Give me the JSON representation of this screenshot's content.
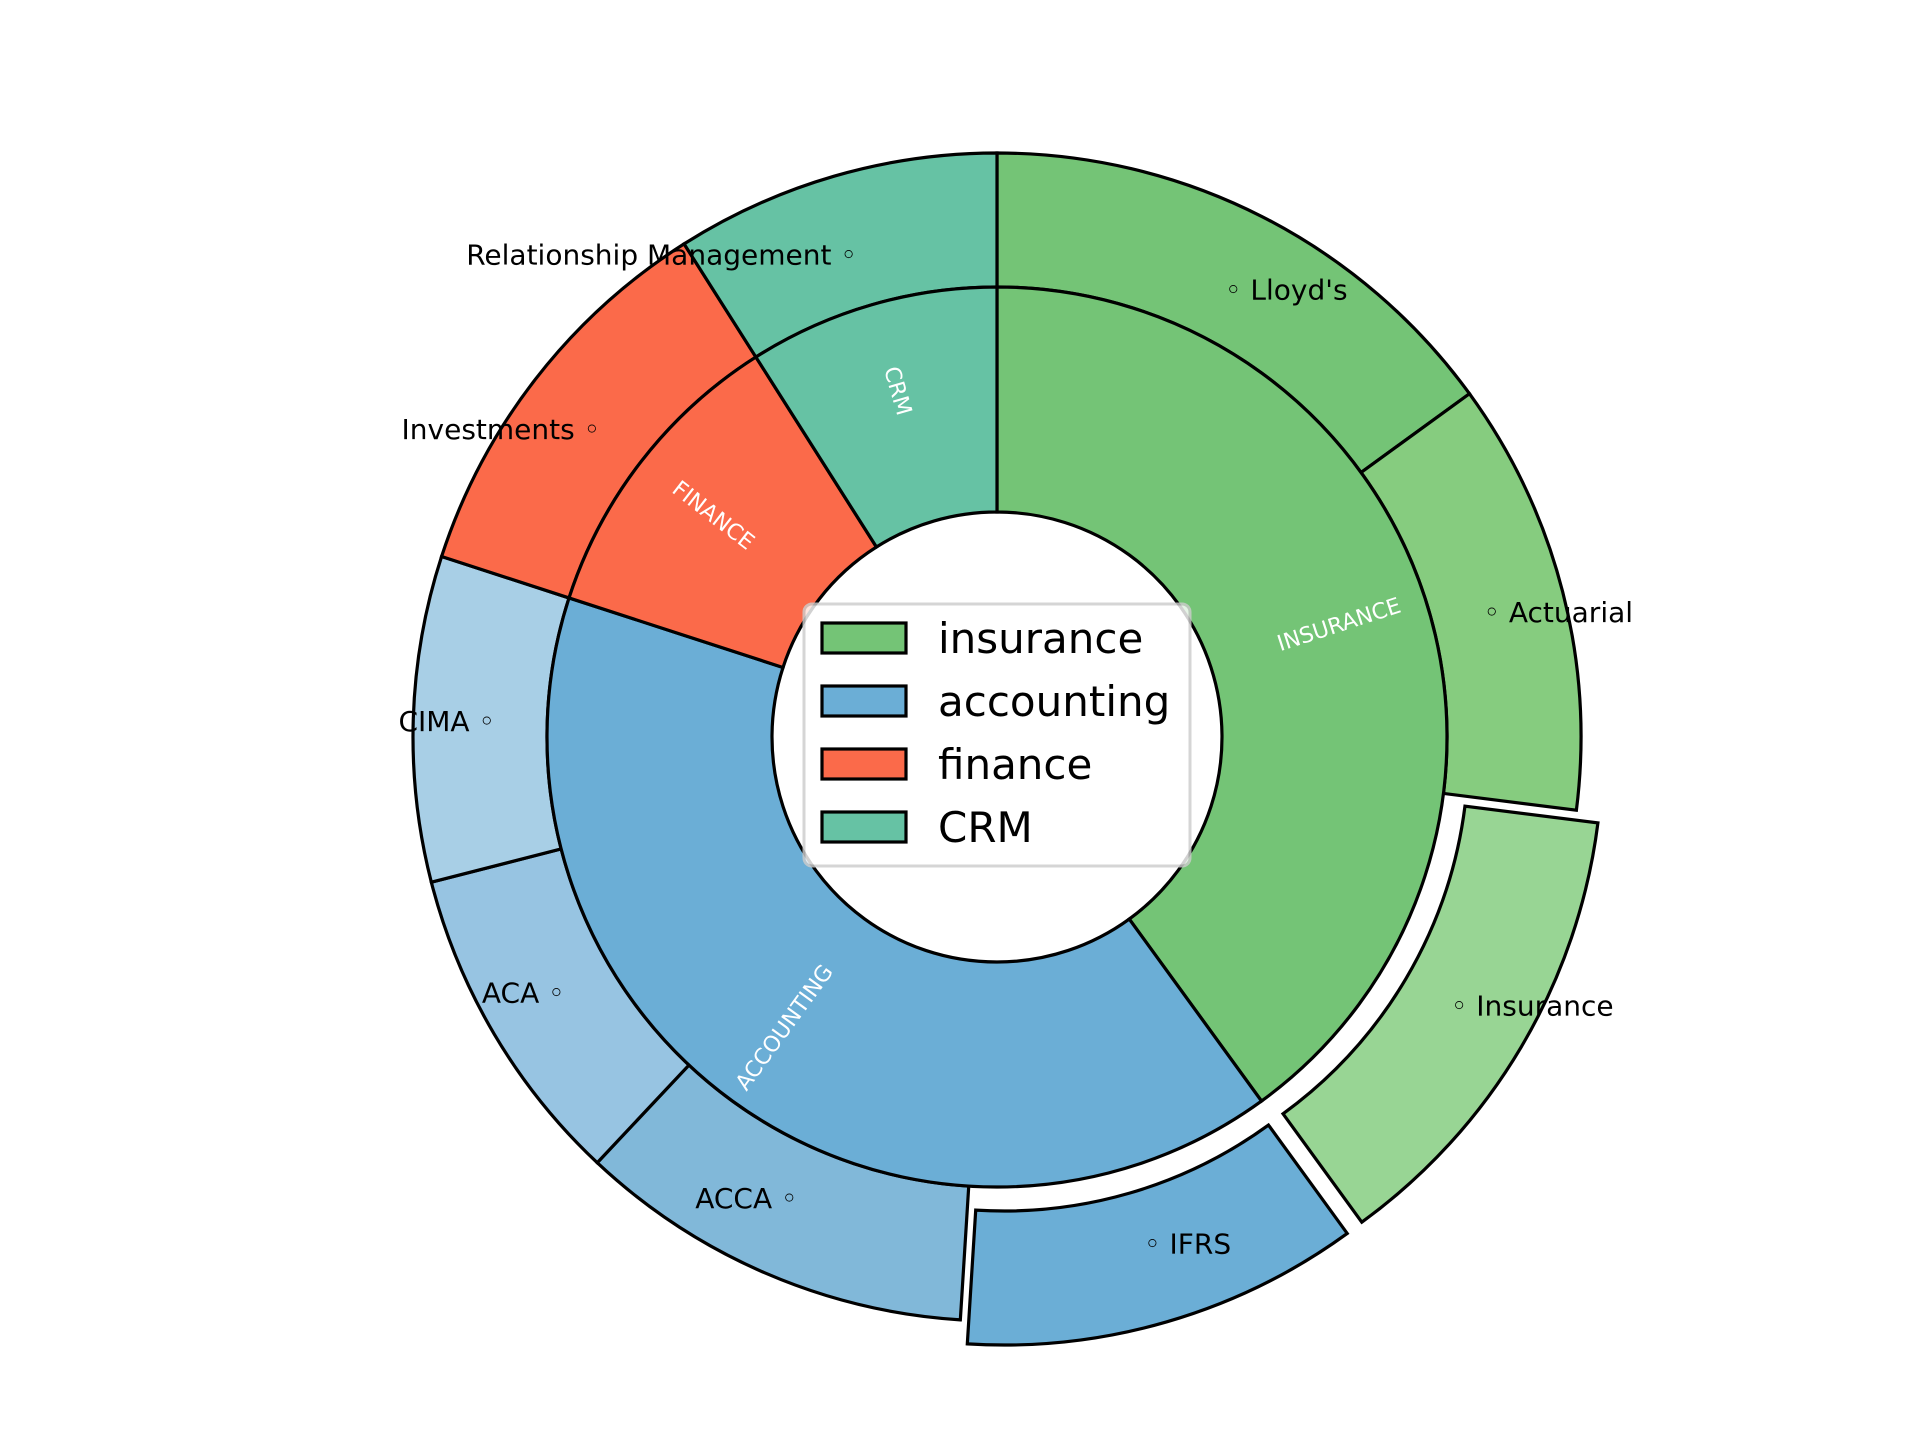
{
  "chart_data": {
    "type": "pie",
    "variant": "nested-donut",
    "title": "",
    "start_angle_deg": 90,
    "direction": "clockwise",
    "legend": {
      "placement": "center",
      "entries": [
        "insurance",
        "accounting",
        "finance",
        "CRM"
      ]
    },
    "inner_ring": [
      {
        "name": "insurance",
        "label": "INSURANCE",
        "value": 40,
        "color": "#74c476"
      },
      {
        "name": "accounting",
        "label": "ACCOUNTING",
        "value": 40,
        "color": "#6baed6"
      },
      {
        "name": "finance",
        "label": "FINANCE",
        "value": 11,
        "color": "#fb6a4a"
      },
      {
        "name": "CRM",
        "label": "CRM",
        "value": 9,
        "color": "#66c2a4"
      }
    ],
    "outer_ring": [
      {
        "label": "◦ Lloyd's",
        "group": "insurance",
        "value": 15,
        "color": "#74c476",
        "exploded": false
      },
      {
        "label": "◦ Actuarial",
        "group": "insurance",
        "value": 12,
        "color": "#86cc7f",
        "exploded": false
      },
      {
        "label": "◦ Insurance",
        "group": "insurance",
        "value": 13,
        "color": "#98d594",
        "exploded": true
      },
      {
        "label": "◦ IFRS",
        "group": "accounting",
        "value": 11,
        "color": "#6baed6",
        "exploded": true
      },
      {
        "label": "ACCA ◦",
        "group": "accounting",
        "value": 11,
        "color": "#81b8d9",
        "exploded": false
      },
      {
        "label": "ACA ◦",
        "group": "accounting",
        "value": 9,
        "color": "#97c4e2",
        "exploded": false
      },
      {
        "label": "CIMA ◦",
        "group": "accounting",
        "value": 9,
        "color": "#a8cfe6",
        "exploded": false
      },
      {
        "label": "Investments ◦",
        "group": "finance",
        "value": 11,
        "color": "#fb6a4a",
        "exploded": false
      },
      {
        "label": "Relationship Management ◦",
        "group": "CRM",
        "value": 9,
        "color": "#66c2a4",
        "exploded": false
      }
    ]
  }
}
